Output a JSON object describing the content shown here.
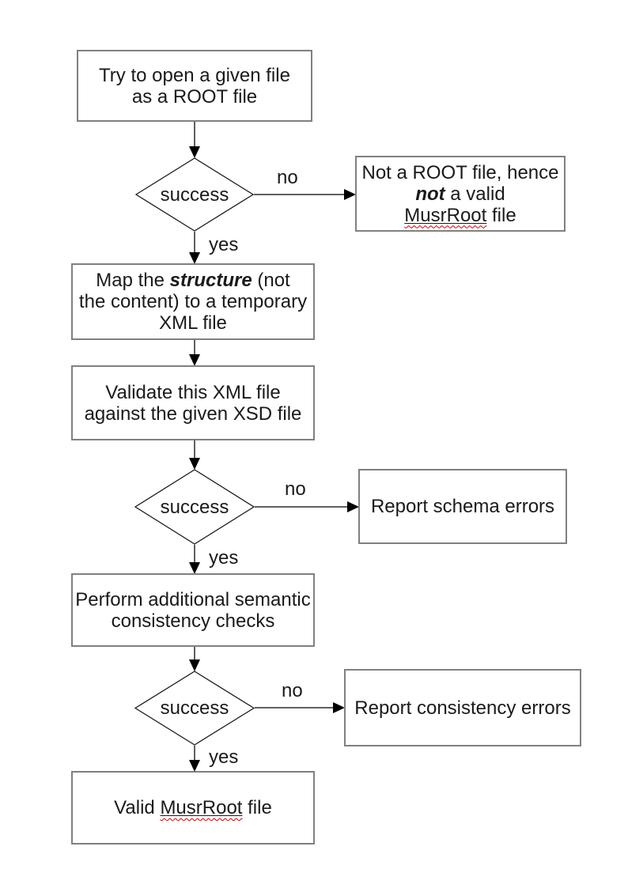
{
  "diagram": {
    "title_implicit": "MusrRoot file validation flowchart",
    "colors": {
      "background": "#ffffff",
      "process_border": "#808080",
      "decision_border": "#000000",
      "connector": "#606060",
      "arrowhead": "#000000",
      "text": "#1a1a1a",
      "spellcheck_squiggle": "#cc0000"
    },
    "edge_labels": {
      "yes": "yes",
      "no": "no"
    },
    "decision_label": "success",
    "nodes": {
      "try_open": {
        "line1": "Try to open a given file",
        "line2": "as a ROOT file"
      },
      "not_root": {
        "line1": "Not a ROOT file, hence",
        "line2_emphasis": "not",
        "line2_rest": " a valid",
        "line3_misspelled": "MusrRoot",
        "line3_rest": " file"
      },
      "map_structure": {
        "line1_pre": "Map the ",
        "line1_emphasis": "structure",
        "line1_post": " (not",
        "line2": "the content) to a temporary",
        "line3": "XML file"
      },
      "validate_xml": {
        "line1": "Validate this XML file",
        "line2": "against the given XSD file"
      },
      "report_schema": {
        "line1": "Report schema errors"
      },
      "semantic_checks": {
        "line1": "Perform additional semantic",
        "line2": "consistency checks"
      },
      "report_consistency": {
        "line1": "Report consistency errors"
      },
      "valid_file": {
        "pre": "Valid ",
        "misspelled": "MusrRoot",
        "post": " file"
      }
    }
  }
}
